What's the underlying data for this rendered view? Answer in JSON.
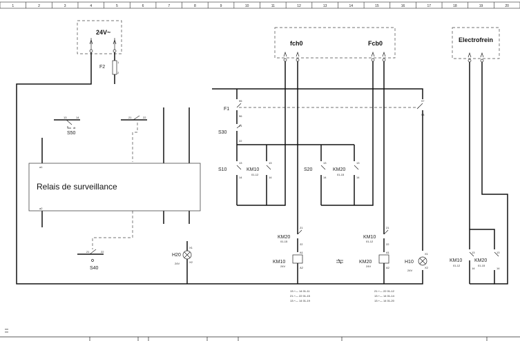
{
  "ruler": {
    "columns": [
      "1",
      "2",
      "3",
      "4",
      "5",
      "6",
      "7",
      "8",
      "9",
      "10",
      "11",
      "12",
      "13",
      "14",
      "15",
      "16",
      "17",
      "18",
      "19",
      "20"
    ]
  },
  "supply": {
    "label": "24V~",
    "fuse": "F2",
    "pin1": "1",
    "pin2": "2"
  },
  "terminals": {
    "fch": "fch0",
    "fcb": "Fcb0",
    "brake": "Electrofrein"
  },
  "relay": {
    "label": "Relais de surveillance",
    "a1": "a1",
    "a2": "a2"
  },
  "contacts": {
    "s50": {
      "name": "S50",
      "pin_a": "13",
      "pin_b": "14",
      "suffix": "dt"
    },
    "s50b": {
      "pin_a": "21",
      "pin_b": "22"
    },
    "s40": {
      "name": "S40",
      "pin_a": "21",
      "pin_b": "22"
    },
    "f1": {
      "name": "F1",
      "pin_a": "95",
      "pin_b": "96",
      "pin_c": "97",
      "pin_d": "98"
    },
    "s30": {
      "name": "S30",
      "pin_a": "21",
      "pin_b": "22"
    },
    "s10": {
      "name": "S10",
      "pin_a": "13",
      "pin_b": "14"
    },
    "km10a": {
      "name": "KM10",
      "ref": "01-12",
      "pin_a": "13",
      "pin_b": "14"
    },
    "s20": {
      "name": "S20",
      "pin_a": "13",
      "pin_b": "14"
    },
    "km20a": {
      "name": "KM20",
      "ref": "01-15",
      "pin_a": "13",
      "pin_b": "14"
    },
    "km20b": {
      "name": "KM20",
      "ref": "01-15",
      "pin_a": "21",
      "pin_b": "22"
    },
    "km10b": {
      "name": "KM10",
      "ref": "01-12",
      "pin_a": "21",
      "pin_b": "22"
    },
    "km10c": {
      "name": "KM10",
      "ref": "01-12",
      "pin_a": "13",
      "pin_b": "14"
    },
    "km20c": {
      "name": "KM20",
      "ref": "01-15",
      "pin_a": "13",
      "pin_b": "14"
    }
  },
  "lamps": {
    "h20": {
      "name": "H20",
      "voltage": "24V",
      "pin1": "X1",
      "pin2": "X2"
    },
    "h10": {
      "name": "H10",
      "voltage": "24V",
      "pin1": "X1",
      "pin2": "X2"
    }
  },
  "coils": {
    "km10": {
      "name": "KM10",
      "voltage": "24V",
      "pin1": "A1",
      "pin2": "A2"
    },
    "km20": {
      "name": "KM20",
      "voltage": "24V",
      "pin1": "A1",
      "pin2": "A2"
    }
  },
  "contact_refs": {
    "km10": [
      "13 ⌐— 14  01-11",
      "21 ⌐— 22  01-15",
      "13 ⌐— 14  01-19"
    ],
    "km20": [
      "21 ⌐— 22  01-12",
      "13 ⌐— 14  01-14",
      "13 ⌐— 14  01-20"
    ]
  }
}
